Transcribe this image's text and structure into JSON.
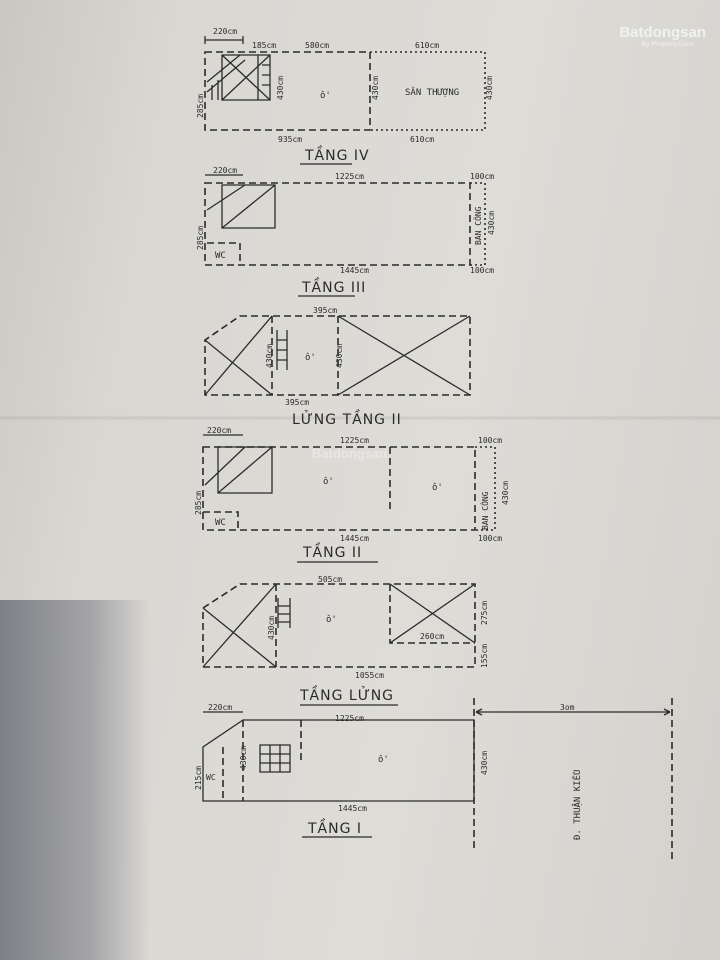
{
  "watermark": {
    "brand": "Batdongsan",
    "sub": "By PropertyGuru"
  },
  "floors": {
    "tang4": {
      "title": "TẦNG IV",
      "d220": "220cm",
      "d185": "185cm",
      "d580": "580cm",
      "d610top": "610cm",
      "d285": "285cm",
      "d430a": "430cm",
      "room": "ô'",
      "d430b": "430cm",
      "terrace": "SÂN THƯỢNG",
      "d430c": "430cm",
      "d935": "935cm",
      "d610bot": "610cm"
    },
    "tang3": {
      "title": "TẦNG III",
      "d220": "220cm",
      "d1225": "1225cm",
      "d100top": "100cm",
      "d285": "285cm",
      "wc": "WC",
      "balcony": "BAN CÔNG",
      "d430": "430cm",
      "d1445": "1445cm",
      "d100bot": "100cm"
    },
    "lung2": {
      "title": "LỬNG TẦNG II",
      "d395top": "395cm",
      "d430a": "430cm",
      "room": "ô'",
      "d430b": "430cm",
      "d395bot": "395cm"
    },
    "tang2": {
      "title": "TẦNG II",
      "d220": "220cm",
      "d1225": "1225cm",
      "d100top": "100cm",
      "d285": "285cm",
      "wc": "WC",
      "room1": "ô'",
      "room2": "ô'",
      "balcony": "BAN CÔNG",
      "d430": "430cm",
      "d1445": "1445cm",
      "d100bot": "100cm"
    },
    "lung": {
      "title": "TẦNG LỬNG",
      "d505": "505cm",
      "d430": "430cm",
      "room": "ô'",
      "d275": "275cm",
      "d260": "260cm",
      "d155": "155cm",
      "d1055": "1055cm"
    },
    "tang1": {
      "title": "TẦNG I",
      "d220": "220cm",
      "d1225": "1225cm",
      "d215": "215cm",
      "wc": "WC",
      "d430a": "430cm",
      "room": "ô'",
      "d430b": "430cm",
      "d1445": "1445cm"
    }
  },
  "street": {
    "width": "3om",
    "name": "Đ. THUẬN KIỀU"
  }
}
